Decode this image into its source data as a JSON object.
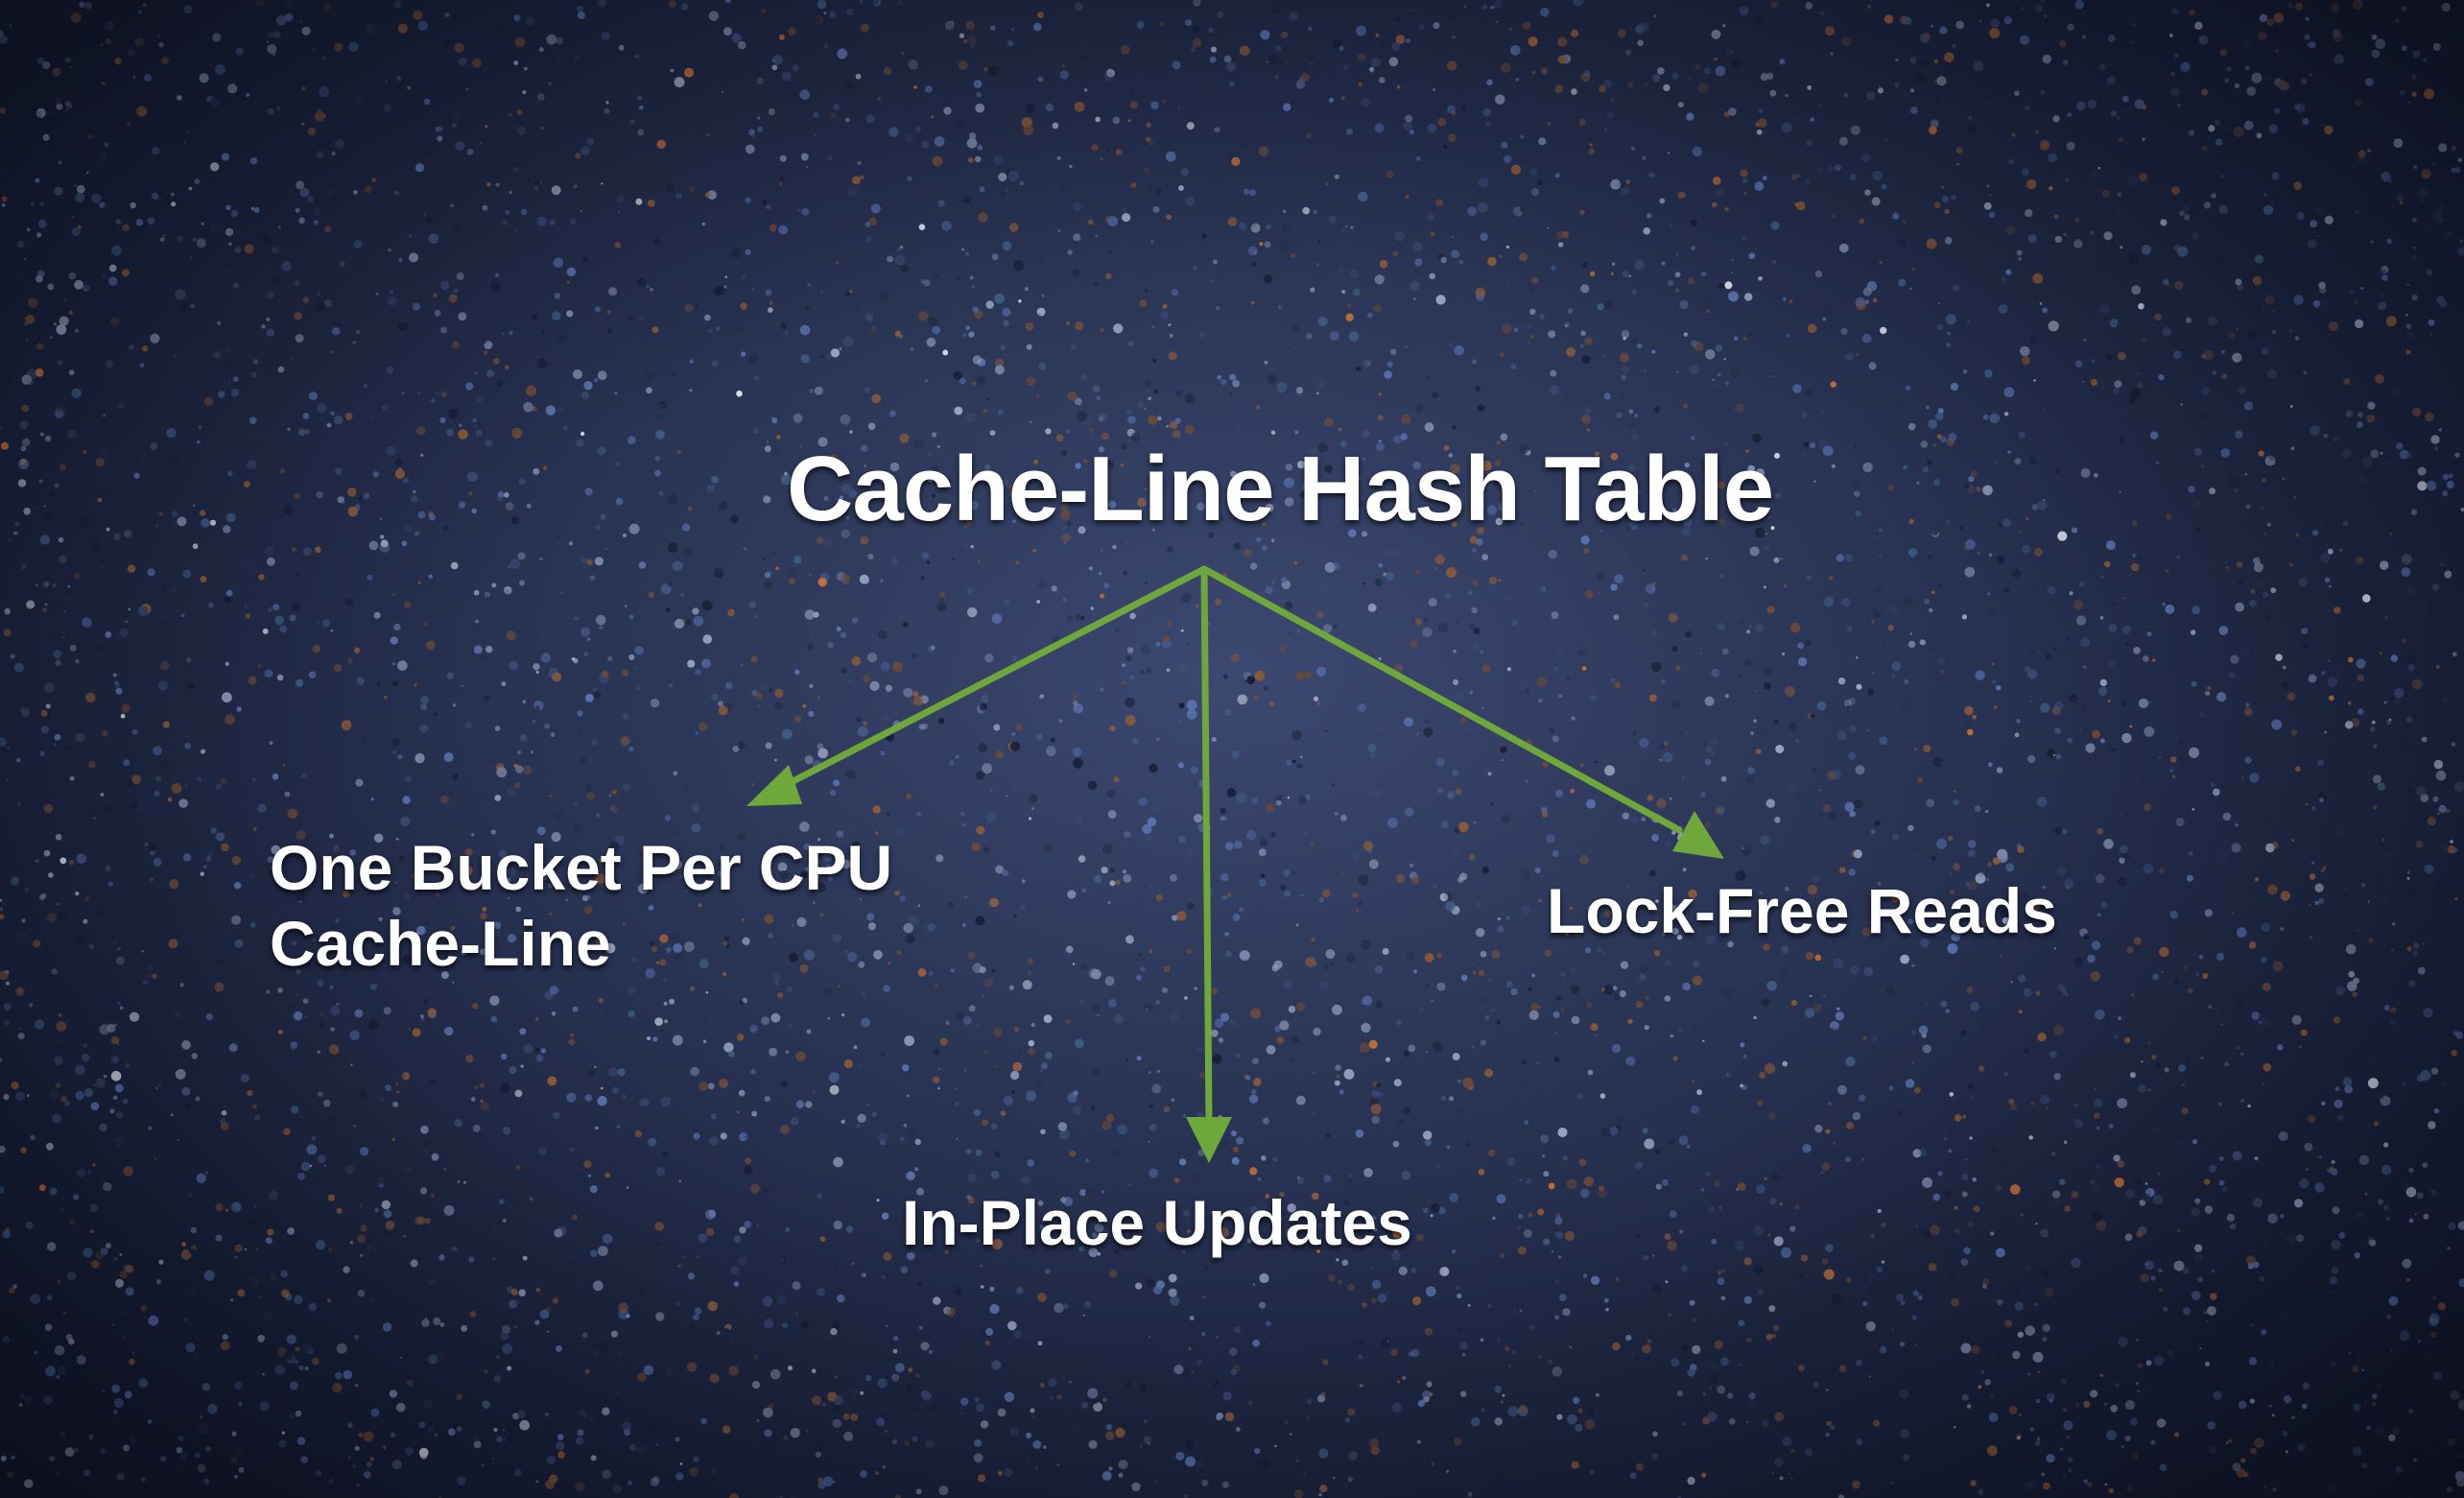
{
  "diagram": {
    "title": "Cache-Line Hash Table",
    "branches": [
      {
        "id": "left",
        "lines": [
          "One Bucket Per CPU",
          "Cache-Line"
        ]
      },
      {
        "id": "bottom",
        "lines": [
          "In-Place Updates"
        ]
      },
      {
        "id": "right",
        "lines": [
          "Lock-Free Reads"
        ]
      }
    ],
    "colors": {
      "arrow": "#6fa83a",
      "text": "#ffffff",
      "background": "#2b3556"
    }
  }
}
